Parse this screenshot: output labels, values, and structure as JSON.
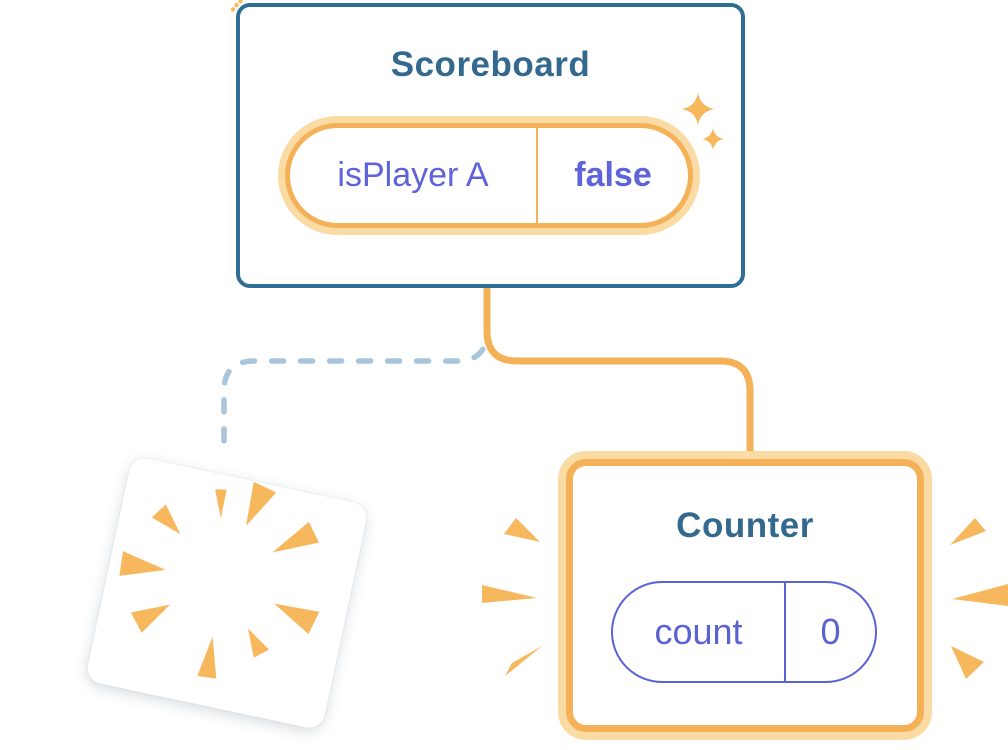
{
  "scoreboard": {
    "title": "Scoreboard",
    "state_name": "isPlayer A",
    "state_value": "false"
  },
  "counter": {
    "title": "Counter",
    "state_name": "count",
    "state_value": "0"
  },
  "colors": {
    "card_border_teal": "#2E6D94",
    "title_teal": "#33698F",
    "accent_orange": "#F5B157",
    "orange_halo": "#FBDBA4",
    "state_purple": "#5E64D7",
    "pill_border_purple": "#5B63D3",
    "dashed_line_blue": "#A9C5DC",
    "background": "#FFFFFF"
  },
  "icons": {
    "sparkle": "sparkle-icon",
    "explosion_burst": "explosion-burst-icon",
    "emphasis_rays": "emphasis-rays-icon"
  }
}
